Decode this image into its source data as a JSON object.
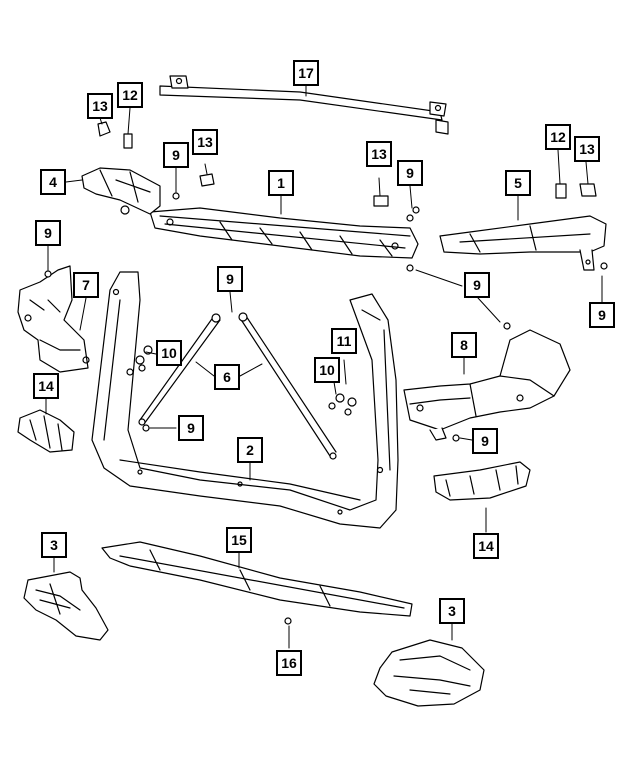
{
  "diagram": {
    "callouts": [
      {
        "id": "c1",
        "text": "17"
      },
      {
        "id": "c2",
        "text": "13"
      },
      {
        "id": "c3",
        "text": "12"
      },
      {
        "id": "c4",
        "text": "9"
      },
      {
        "id": "c5",
        "text": "13"
      },
      {
        "id": "c6",
        "text": "13"
      },
      {
        "id": "c7",
        "text": "9"
      },
      {
        "id": "c8",
        "text": "12"
      },
      {
        "id": "c9",
        "text": "13"
      },
      {
        "id": "c10",
        "text": "4"
      },
      {
        "id": "c11",
        "text": "1"
      },
      {
        "id": "c12",
        "text": "5"
      },
      {
        "id": "c13",
        "text": "9"
      },
      {
        "id": "c14",
        "text": "9"
      },
      {
        "id": "c15",
        "text": "9"
      },
      {
        "id": "c16",
        "text": "7"
      },
      {
        "id": "c17",
        "text": "9"
      },
      {
        "id": "c18",
        "text": "11"
      },
      {
        "id": "c19",
        "text": "10"
      },
      {
        "id": "c20",
        "text": "6"
      },
      {
        "id": "c21",
        "text": "10"
      },
      {
        "id": "c22",
        "text": "8"
      },
      {
        "id": "c23",
        "text": "14"
      },
      {
        "id": "c24",
        "text": "9"
      },
      {
        "id": "c25",
        "text": "2"
      },
      {
        "id": "c26",
        "text": "9"
      },
      {
        "id": "c27",
        "text": "14"
      },
      {
        "id": "c28",
        "text": "3"
      },
      {
        "id": "c29",
        "text": "15"
      },
      {
        "id": "c30",
        "text": "3"
      },
      {
        "id": "c31",
        "text": "16"
      }
    ]
  }
}
